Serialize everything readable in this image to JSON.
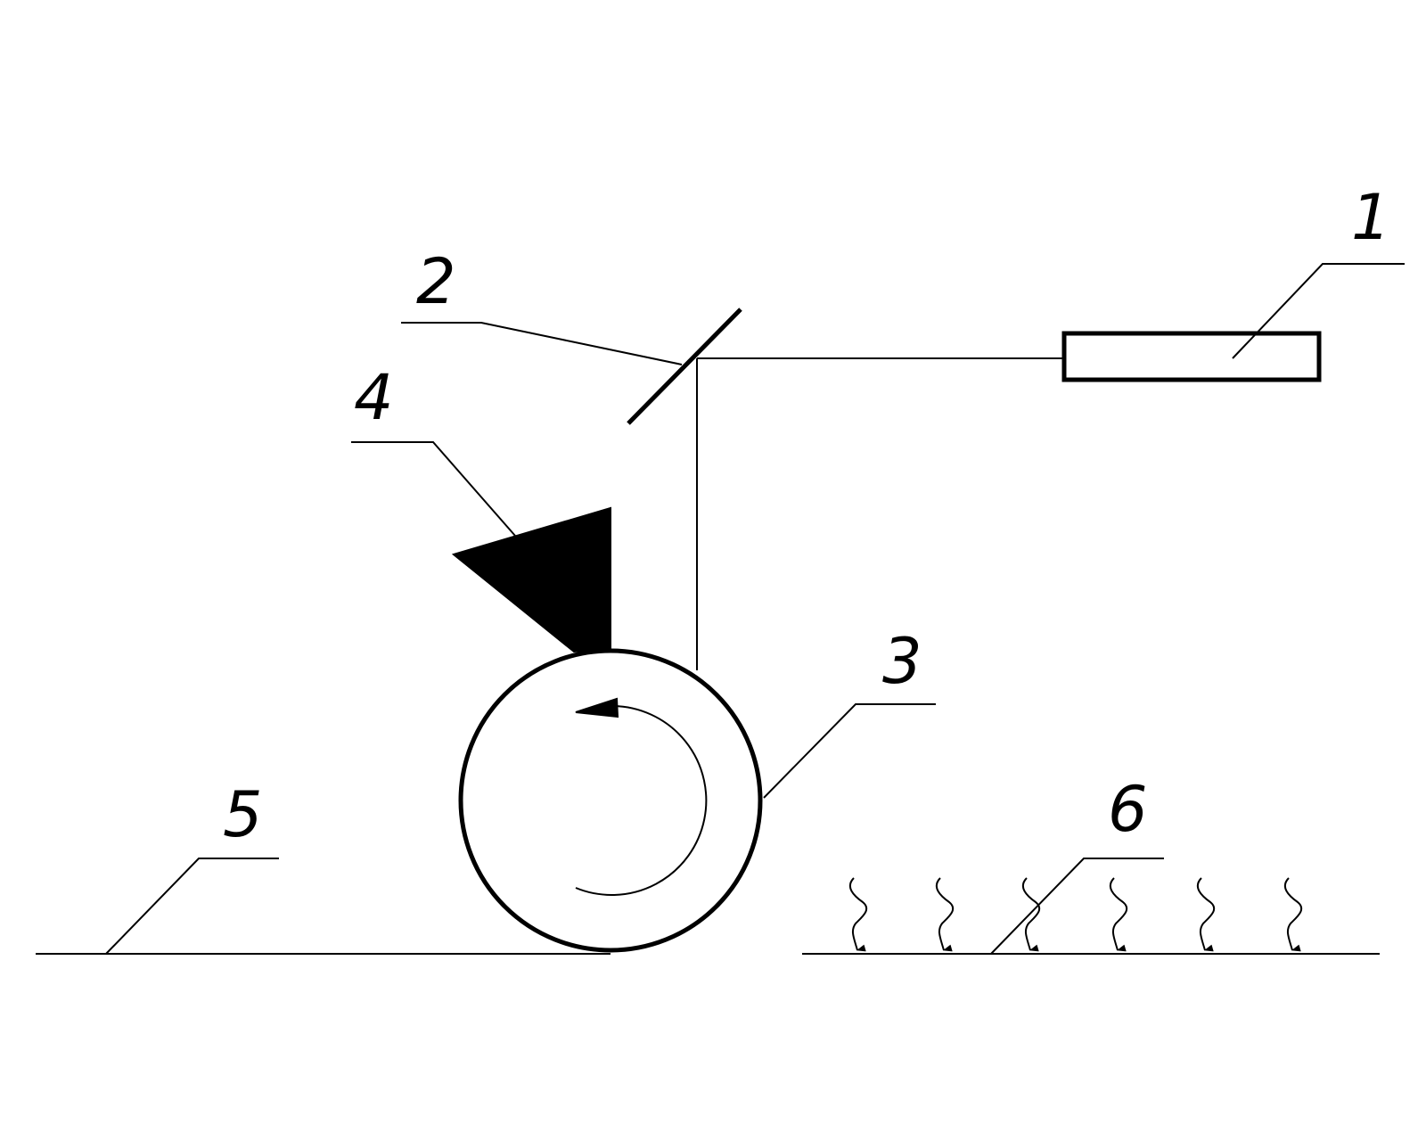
{
  "colors": {
    "line": "#000000",
    "background": "#ffffff"
  },
  "labels": {
    "light_source": "1",
    "mirror": "2",
    "drum": "3",
    "nozzle": "4",
    "base_line": "5",
    "irradiated_surface": "6"
  }
}
